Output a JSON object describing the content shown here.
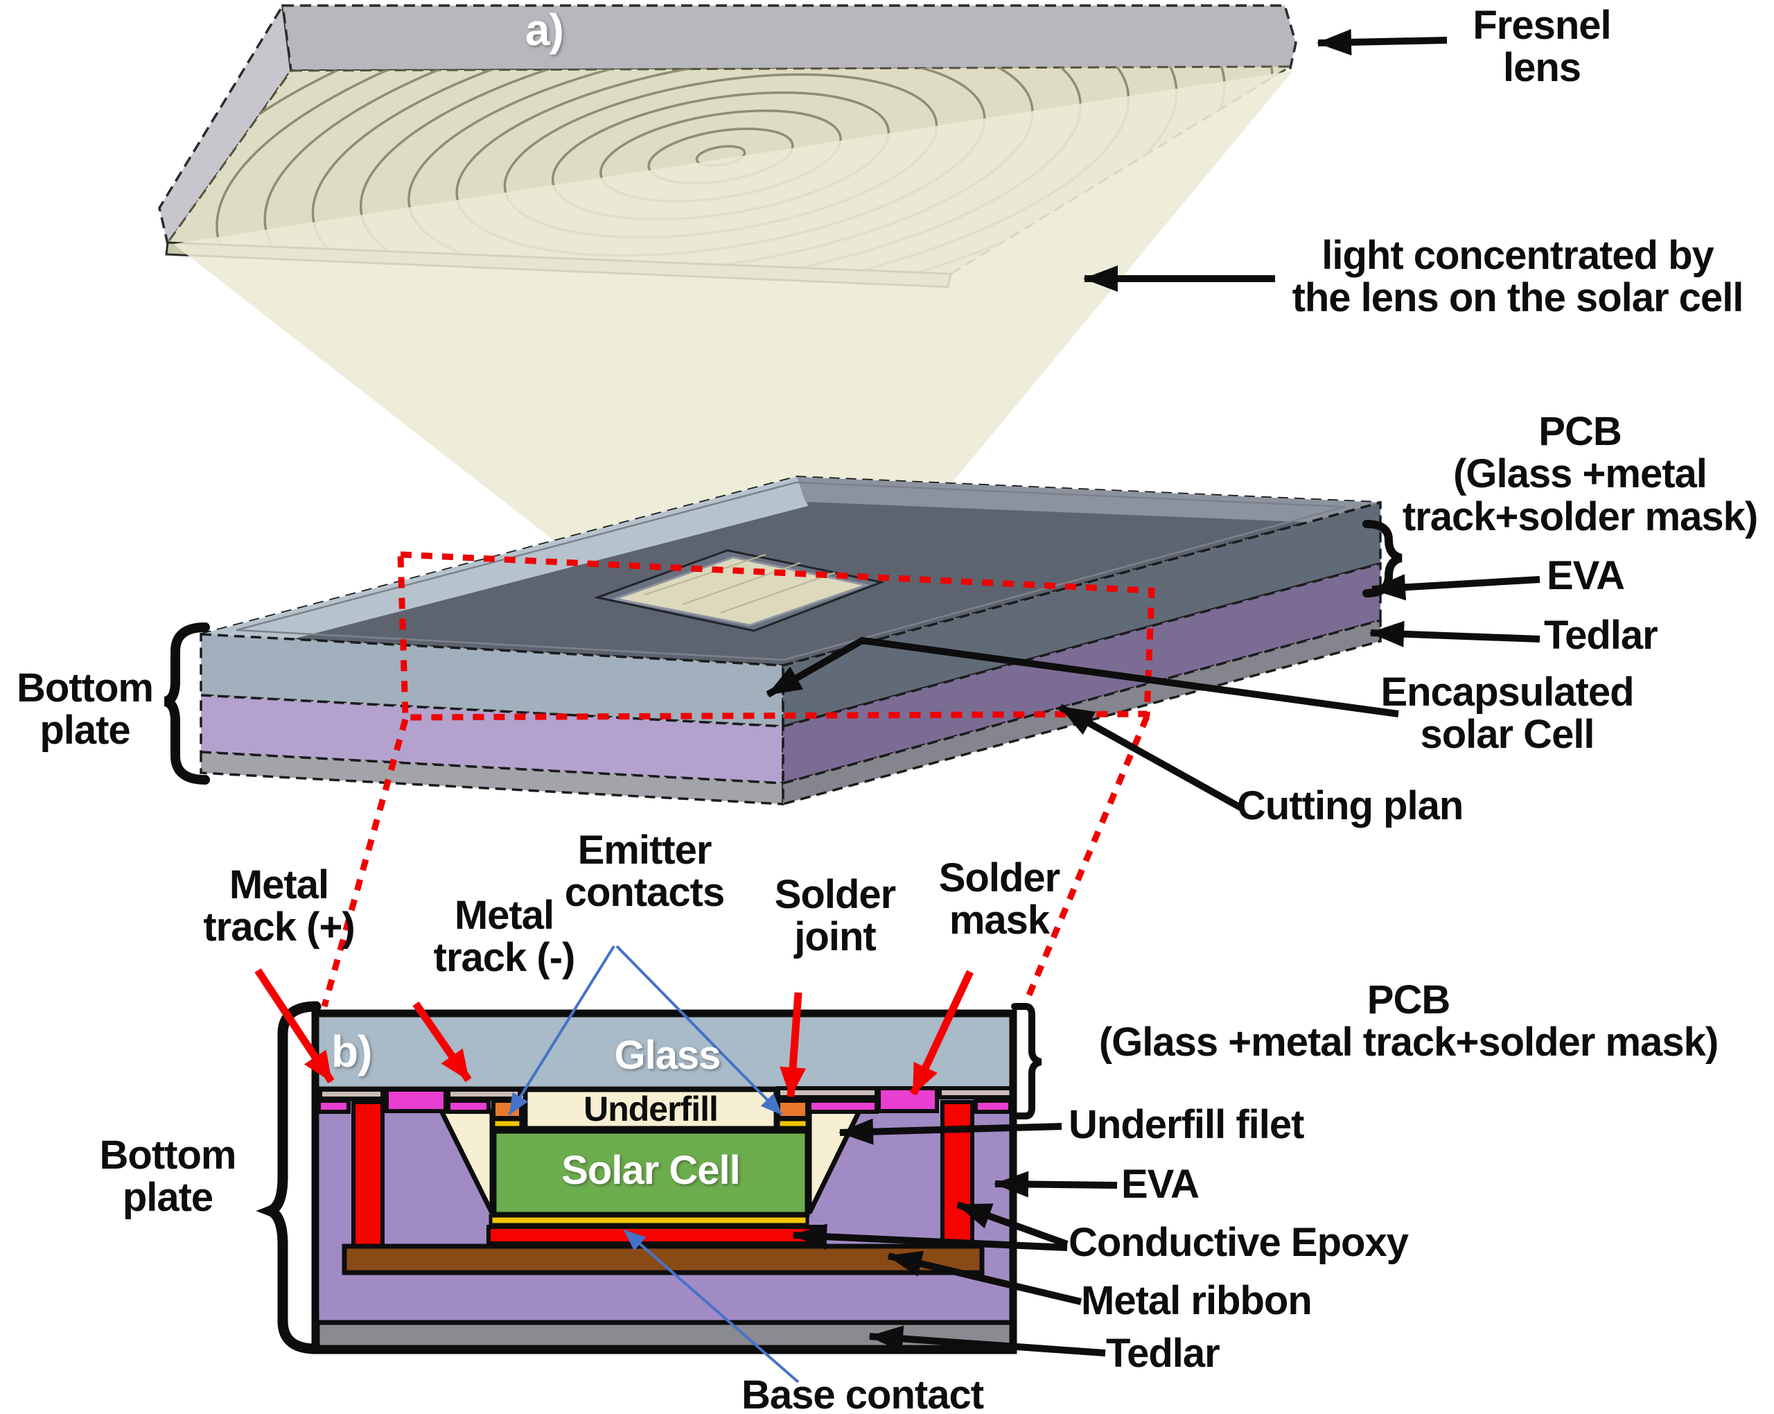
{
  "panel_a": {
    "tag": "a)",
    "fresnel_lens": [
      "Fresnel",
      "lens"
    ],
    "light_concentrated": [
      "light concentrated by",
      "the lens on the solar cell"
    ]
  },
  "middle_assembly": {
    "pcb": [
      "PCB",
      "(Glass +metal",
      "track+solder mask)"
    ],
    "eva": "EVA",
    "tedlar": "Tedlar",
    "encapsulated_cell": [
      "Encapsulated",
      "solar Cell"
    ],
    "cutting_plan": "Cutting plan",
    "bottom_plate": [
      "Bottom",
      "plate"
    ]
  },
  "panel_b": {
    "tag": "b)",
    "metal_track_plus": [
      "Metal",
      "track (+)"
    ],
    "metal_track_minus": [
      "Metal",
      "track (-)"
    ],
    "emitter_contacts": [
      "Emitter",
      "contacts"
    ],
    "solder_joint": [
      "Solder",
      "joint"
    ],
    "solder_mask": [
      "Solder",
      "mask"
    ],
    "glass": "Glass",
    "underfill": "Underfill",
    "solar_cell": "Solar Cell",
    "bottom_plate": [
      "Bottom",
      "plate"
    ],
    "pcb": [
      "PCB",
      "(Glass +metal track+solder mask)"
    ],
    "underfill_filet": "Underfill filet",
    "eva": "EVA",
    "conductive_epoxy": "Conductive Epoxy",
    "metal_ribbon": "Metal ribbon",
    "tedlar": "Tedlar",
    "base_contact": "Base contact"
  },
  "colors": {
    "red": "#f80200",
    "magenta": "#e93fd0",
    "orange": "#e8792c",
    "gold": "#f2c500",
    "underfill_cream": "#f7efd2",
    "solar_green": "#6cad4d",
    "eva_purple": "#a18bc4",
    "ribbon_brown": "#8a4a16",
    "glass_blue": "#a9bac8",
    "tedlar_gray": "#8a8a91",
    "track_tan": "#cbbdb9",
    "lens_beige": "#deddc4",
    "cone_beige": "#ecebd5"
  }
}
